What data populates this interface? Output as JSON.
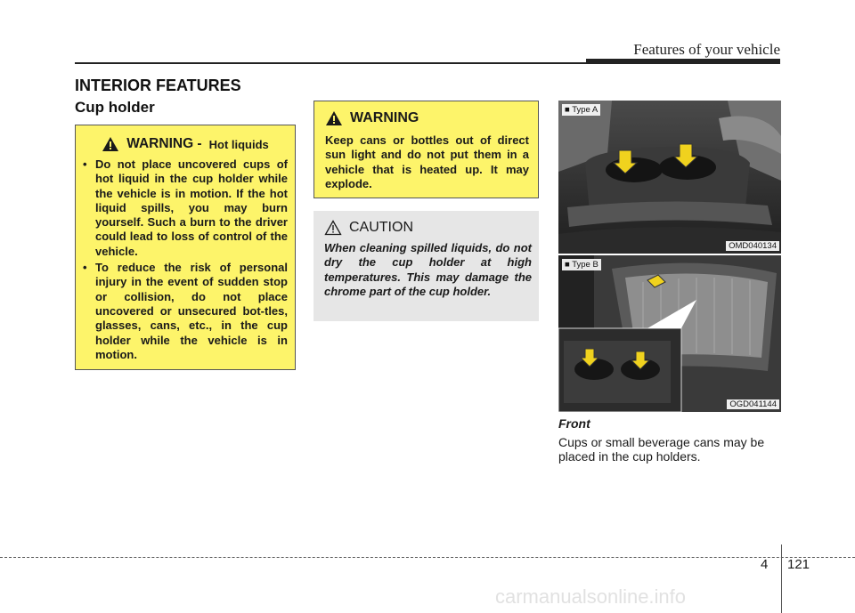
{
  "header": {
    "title": "Features of your vehicle"
  },
  "section": {
    "title": "INTERIOR FEATURES",
    "subtitle": "Cup holder"
  },
  "warning_hot": {
    "title": "WARNING -",
    "title_suffix": "Hot liquids",
    "items": [
      "Do not place uncovered cups of hot liquid in the cup holder while the vehicle is in motion. If the hot liquid spills, you may burn yourself. Such a burn to the driver could lead to loss of control of the vehicle.",
      "To reduce the risk of personal injury in the event of sudden stop or collision, do not place uncovered or unsecured bot-tles, glasses, cans, etc., in the cup holder while the vehicle is in motion."
    ]
  },
  "warning_sun": {
    "title": "WARNING",
    "text": "Keep cans or bottles out of direct sun light and do not put them in a vehicle that is heated up. It may explode."
  },
  "caution": {
    "title": "CAUTION",
    "text": "When cleaning spilled liquids, do not dry the cup holder at high temperatures. This may damage the chrome part of the cup holder."
  },
  "figures": [
    {
      "type_label": "■ Type A",
      "code": "OMD040134"
    },
    {
      "type_label": "■ Type B",
      "code": "OGD041144"
    }
  ],
  "caption": "Front",
  "body": "Cups or small beverage cans may be placed in the cup holders.",
  "footer": {
    "chapter": "4",
    "page": "121"
  },
  "watermark": "carmanualsonline.info",
  "colors": {
    "warning_bg": "#fdf46a",
    "caution_bg": "#e6e6e6",
    "arrow": "#f0d21e"
  }
}
